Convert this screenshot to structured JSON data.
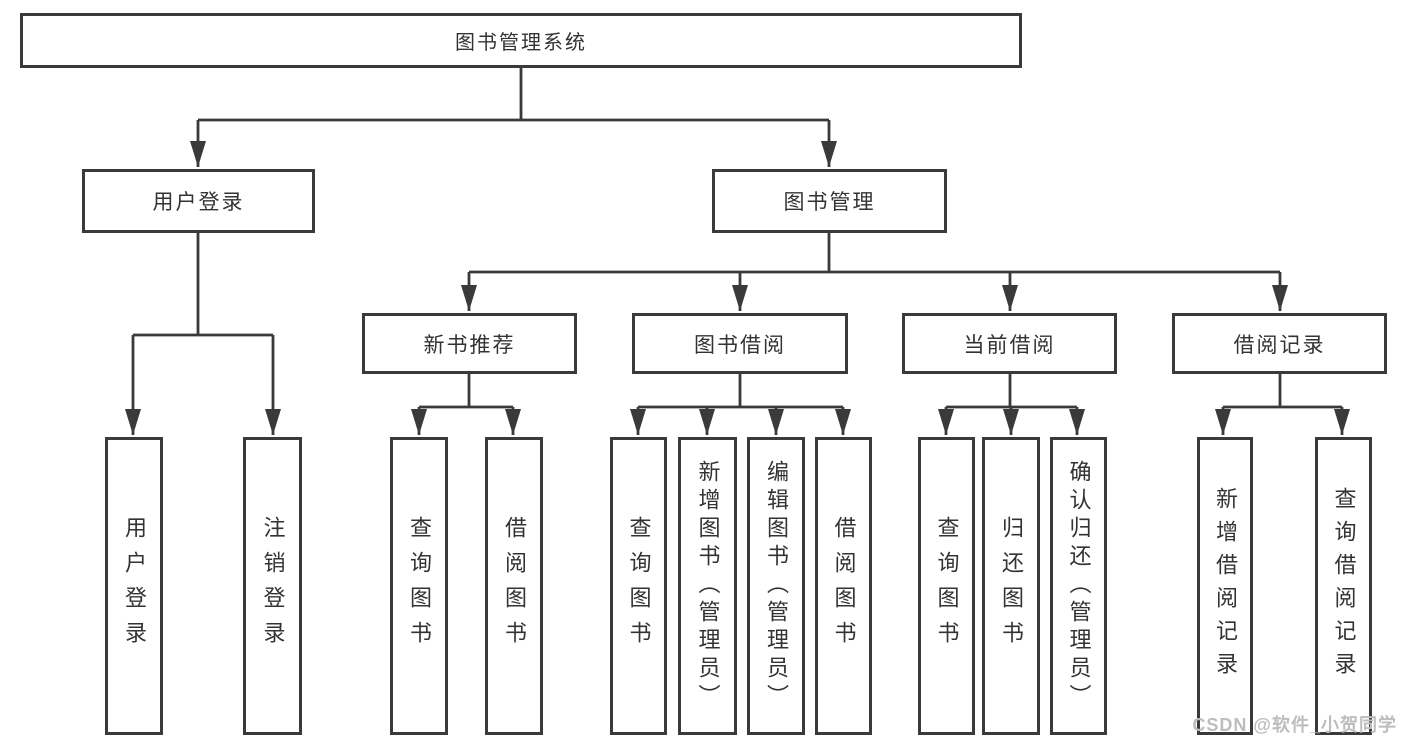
{
  "tree": {
    "root": {
      "label": "图书管理系统"
    },
    "branches": [
      {
        "label": "用户登录",
        "leaves": [
          {
            "label": "用户登录"
          },
          {
            "label": "注销登录"
          }
        ]
      },
      {
        "label": "图书管理",
        "groups": [
          {
            "label": "新书推荐",
            "leaves": [
              {
                "label": "查询图书"
              },
              {
                "label": "借阅图书"
              }
            ]
          },
          {
            "label": "图书借阅",
            "leaves": [
              {
                "label": "查询图书"
              },
              {
                "label": "新增图书（管理员）"
              },
              {
                "label": "编辑图书（管理员）"
              },
              {
                "label": "借阅图书"
              }
            ]
          },
          {
            "label": "当前借阅",
            "leaves": [
              {
                "label": "查询图书"
              },
              {
                "label": "归还图书"
              },
              {
                "label": "确认归还（管理员）"
              }
            ]
          },
          {
            "label": "借阅记录",
            "leaves": [
              {
                "label": "新增借阅记录"
              },
              {
                "label": "查询借阅记录"
              }
            ]
          }
        ]
      }
    ]
  },
  "watermark": {
    "label": "CSDN @软件_小贺同学"
  },
  "colors": {
    "line": "#3a3a3a",
    "text": "#333333",
    "watermark": "#bdbdbd",
    "background": "#ffffff"
  }
}
